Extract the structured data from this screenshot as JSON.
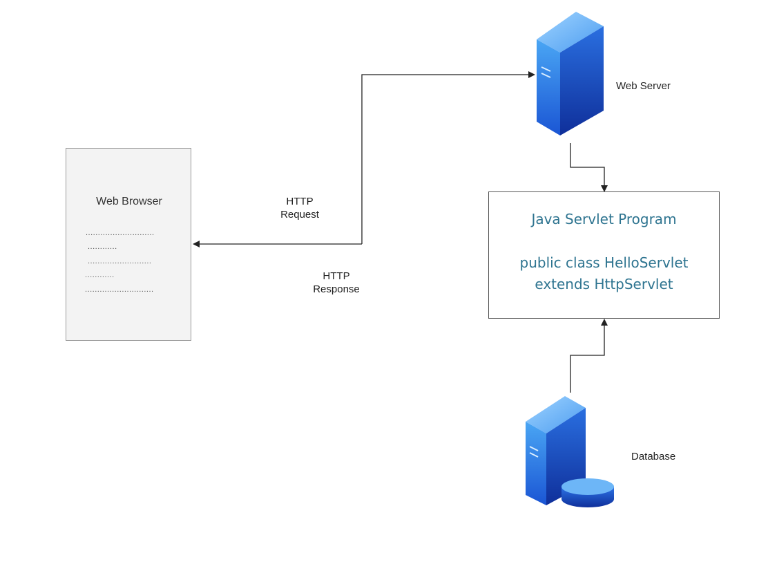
{
  "browser": {
    "title": "Web Browser",
    "placeholder_lines": [
      "............................",
      "............",
      "..........................",
      "............",
      "............................"
    ]
  },
  "arrows": {
    "request_label_line1": "HTTP",
    "request_label_line2": "Request",
    "response_label_line1": "HTTP",
    "response_label_line2": "Response"
  },
  "web_server": {
    "label": "Web Server",
    "icon": "server-tower-icon"
  },
  "database": {
    "label": "Database",
    "icon": "database-server-icon"
  },
  "servlet": {
    "title": "Java Servlet Program",
    "code_line1": "public class HelloServlet",
    "code_line2": "extends HttpServlet"
  },
  "colors": {
    "server_blue_light": "#5fb0f5",
    "server_blue_dark": "#1540b8",
    "servlet_text": "#2e7490",
    "browser_fill": "#f3f3f3"
  }
}
